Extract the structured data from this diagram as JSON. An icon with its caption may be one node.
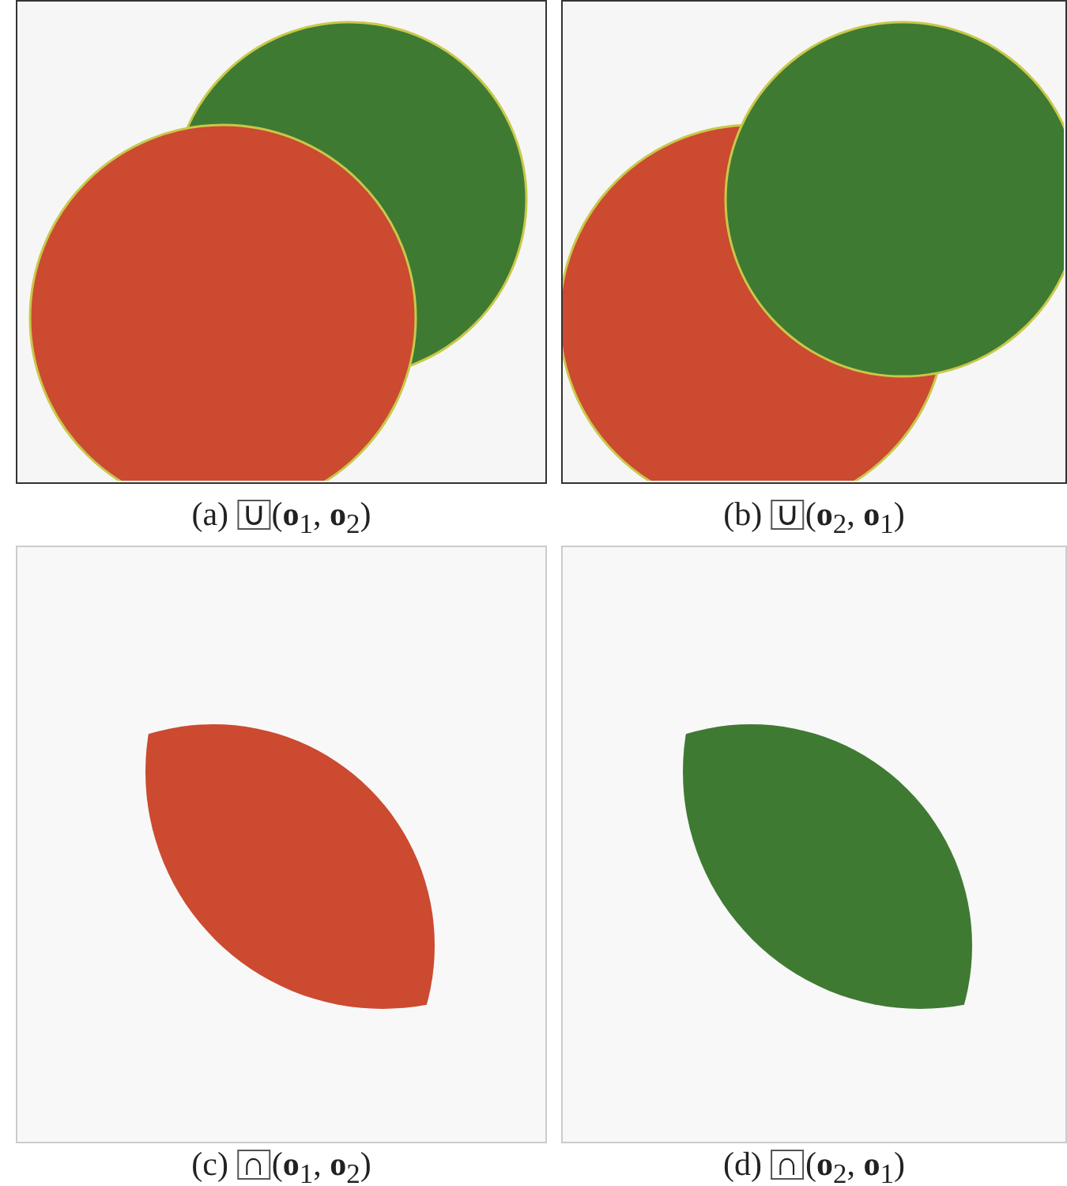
{
  "diagram": {
    "labels": [
      "(a) ∪(**o**$_{1}$, **o**$_{2}$)",
      "(b) ∪(**o**$_{2}$, **o**$_{1}$)",
      "(c) ∩(**o**$_{1}$, **o**$_{2}$)",
      "(d) ∩(**o**$_{2}$, **o**$_{1}$)"
    ]
  }
}
